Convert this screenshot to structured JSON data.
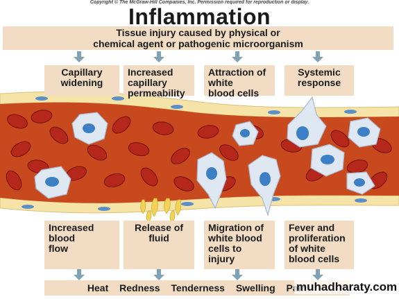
{
  "copyright": "Copyright © The McGraw-Hill Companies, Inc. Permission required for reproduction or display.",
  "title": "Inflammation",
  "cause": {
    "line1": "Tissue injury caused by physical or",
    "line2": "chemical agent or pathogenic microorganism"
  },
  "top_labels": [
    {
      "lines": [
        "Capillary",
        "widening"
      ]
    },
    {
      "lines": [
        "Increased",
        "capillary",
        "permeability"
      ]
    },
    {
      "lines": [
        "Attraction of",
        "white",
        "blood cells"
      ]
    },
    {
      "lines": [
        "Systemic",
        "response"
      ]
    }
  ],
  "bottom_labels": [
    {
      "lines": [
        "Increased",
        "blood",
        "flow"
      ]
    },
    {
      "lines": [
        "Release of",
        "fluid"
      ]
    },
    {
      "lines": [
        "Migration of",
        "white blood",
        "cells to",
        "injury"
      ]
    },
    {
      "lines": [
        "Fever and",
        "proliferation",
        "of white",
        "blood cells"
      ]
    }
  ],
  "signs": [
    "Heat",
    "Redness",
    "Tenderness",
    "Swelling",
    "Pain"
  ],
  "watermark": "muhadharaty.com",
  "colors": {
    "box": "#f2dcc4",
    "arrow": "#7fa3b5",
    "vessel_wall": "#f5e3a8",
    "blood": "#c8491e",
    "rbc": "#b5271b",
    "wbc": "#dfe8f2",
    "nucleus": "#3d7fc4",
    "fluid": "#f2d35a"
  }
}
